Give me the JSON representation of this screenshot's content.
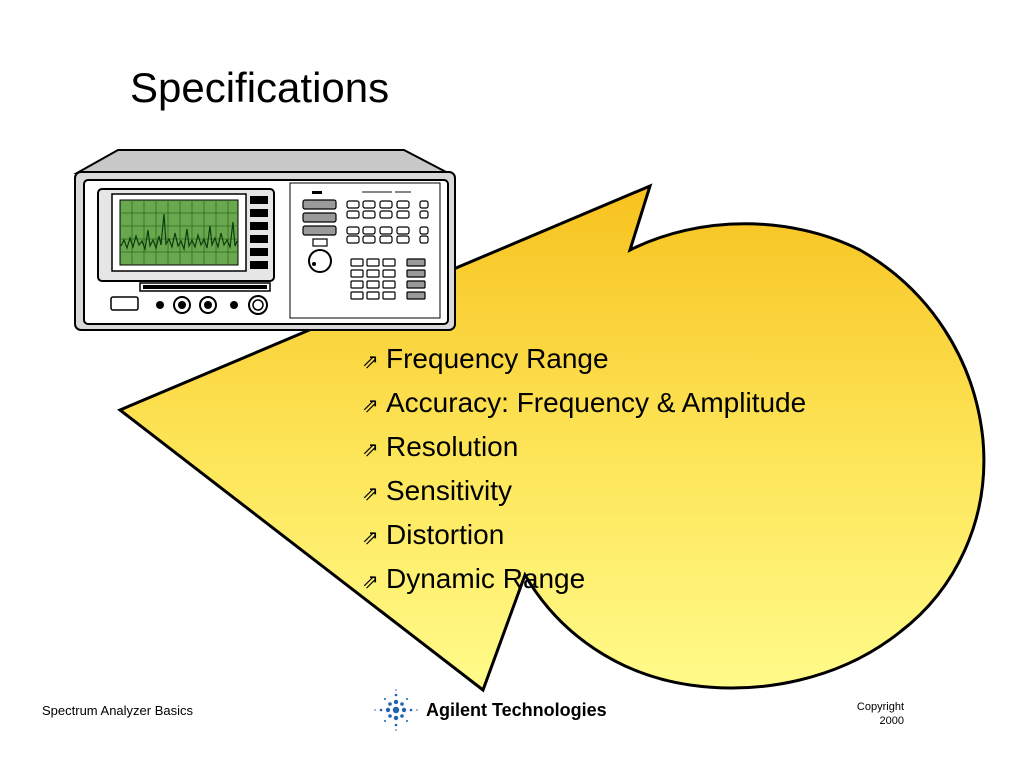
{
  "slide": {
    "title": "Specifications",
    "bullets": [
      {
        "icon": "arrow-up-right-icon",
        "text": "Frequency Range"
      },
      {
        "icon": "arrow-up-right-icon",
        "text": "Accuracy: Frequency & Amplitude"
      },
      {
        "icon": "arrow-up-right-icon",
        "text": "Resolution"
      },
      {
        "icon": "arrow-up-right-icon",
        "text": "Sensitivity"
      },
      {
        "icon": "arrow-up-right-icon",
        "text": "Distortion"
      },
      {
        "icon": "arrow-up-right-icon",
        "text": "Dynamic Range"
      }
    ],
    "bullet_glyph": "⇗"
  },
  "footer": {
    "left_text": "Spectrum Analyzer Basics",
    "logo_text": "Agilent Technologies",
    "copyright_line1": "Copyright",
    "copyright_line2": "2000"
  },
  "colors": {
    "arrow_top": "#f7c21e",
    "arrow_bottom": "#fffb8a",
    "screen_green": "#6aa84f",
    "instrument_gray": "#c8c8c8",
    "logo_blue": "#1e62b0"
  }
}
